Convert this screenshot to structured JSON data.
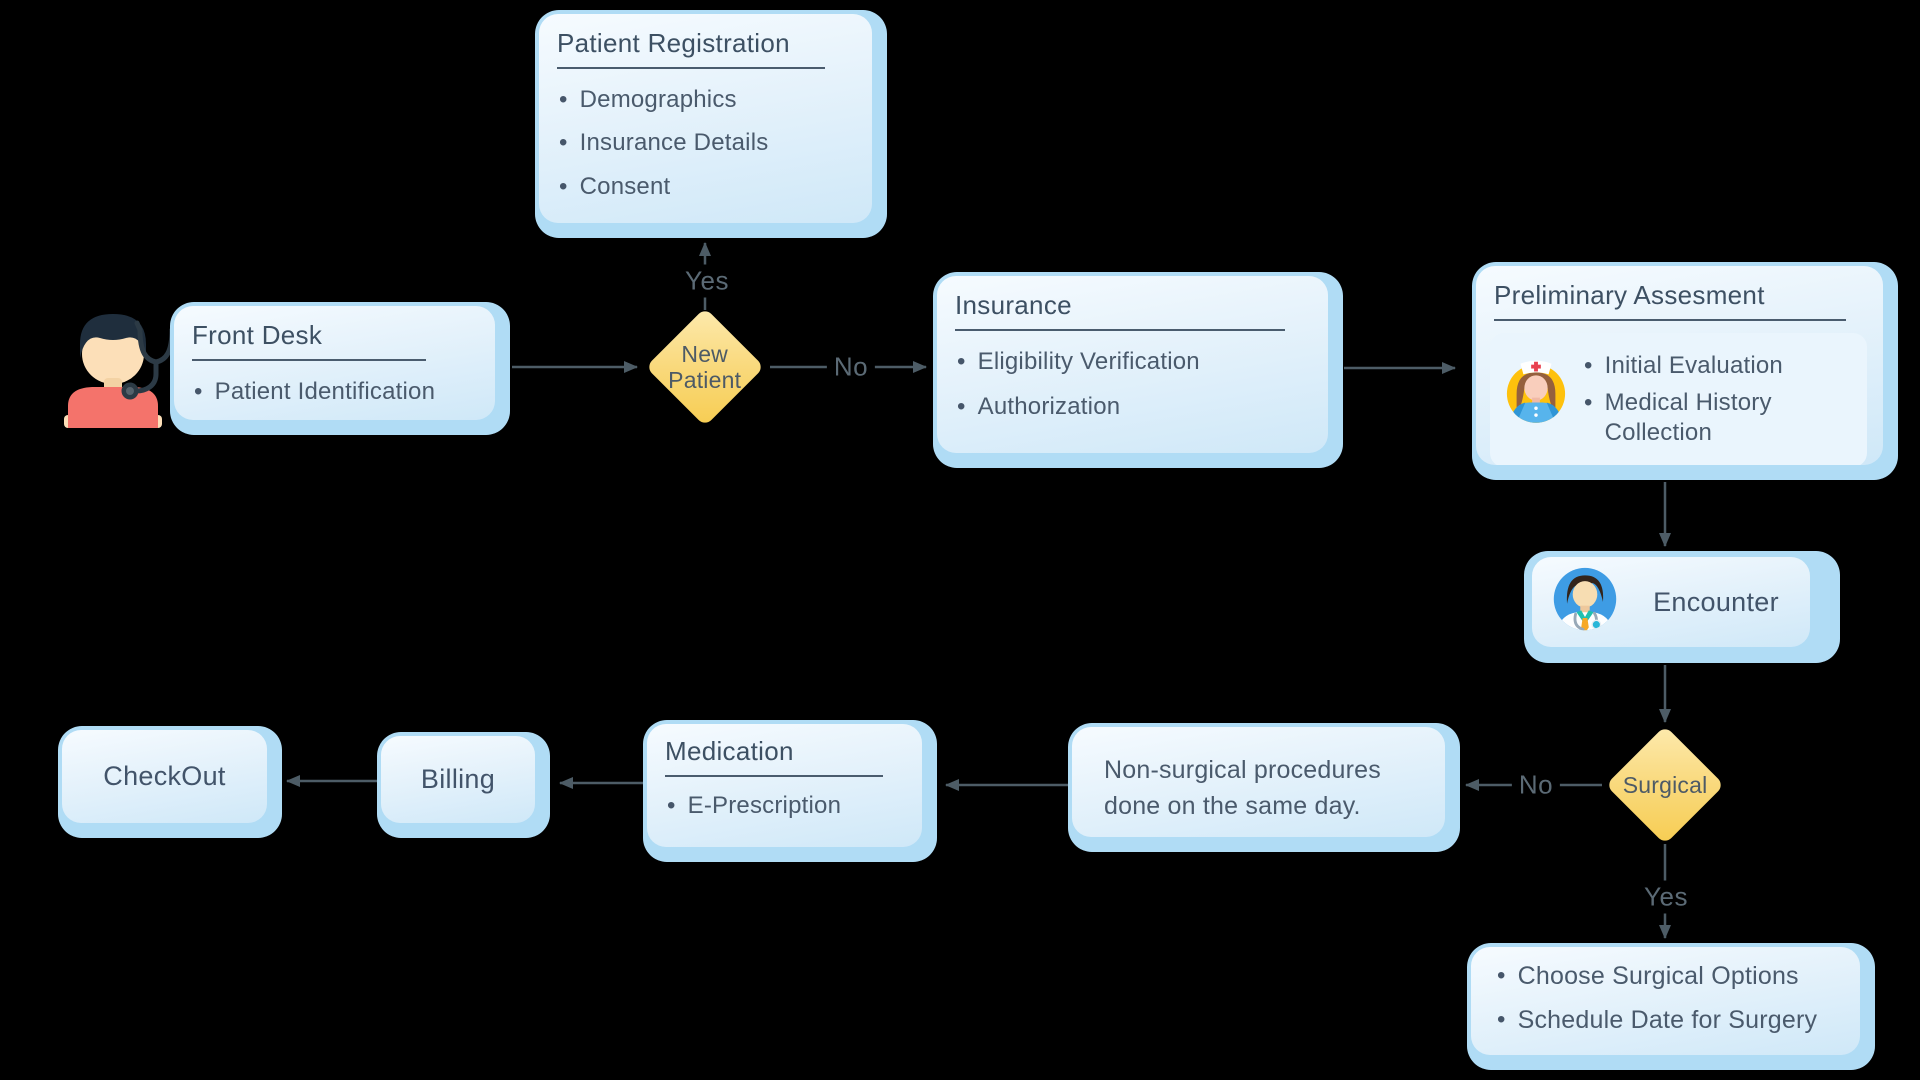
{
  "background": "#000000",
  "palette": {
    "card_outer": "#b0dcf5",
    "card_inner_top": "#f6fbff",
    "card_inner_bottom": "#cfe8f8",
    "sub_panel": "#eaf5fd",
    "title_text": "#3d5063",
    "body_text": "#4a5a6c",
    "rule_line": "#4a5c6e",
    "edge_line": "#4d5c66",
    "edge_label_text": "#5b6a75",
    "diamond_top": "#fdeaae",
    "diamond_bottom": "#f7cd52",
    "diamond_text": "#4d5a66"
  },
  "nodes": {
    "front_desk": {
      "title": "Front Desk",
      "bullets": [
        "Patient Identification"
      ]
    },
    "patient_registration": {
      "title": "Patient Registration",
      "bullets": [
        "Demographics",
        "Insurance Details",
        "Consent"
      ]
    },
    "new_patient_decision": {
      "label": "New Patient"
    },
    "insurance": {
      "title": "Insurance",
      "bullets": [
        "Eligibility Verification",
        "Authorization"
      ]
    },
    "preliminary_assessment": {
      "title": "Preliminary Assesment",
      "bullets": [
        "Initial Evaluation",
        "Medical History Collection"
      ]
    },
    "encounter": {
      "label": "Encounter"
    },
    "surgical_decision": {
      "label": "Surgical"
    },
    "non_surgical_note": {
      "text": "Non-surgical procedures done on the same day."
    },
    "medication": {
      "title": "Medication",
      "bullets": [
        "E-Prescription"
      ]
    },
    "billing": {
      "label": "Billing"
    },
    "checkout": {
      "label": "CheckOut"
    },
    "surgical_options": {
      "bullets": [
        "Choose Surgical Options",
        "Schedule Date for Surgery"
      ]
    }
  },
  "edge_labels": {
    "new_patient_yes": "Yes",
    "new_patient_no": "No",
    "surgical_no": "No",
    "surgical_yes": "Yes"
  },
  "icons": {
    "receptionist": "receptionist-icon",
    "nurse": "nurse-icon",
    "doctor": "doctor-icon"
  }
}
